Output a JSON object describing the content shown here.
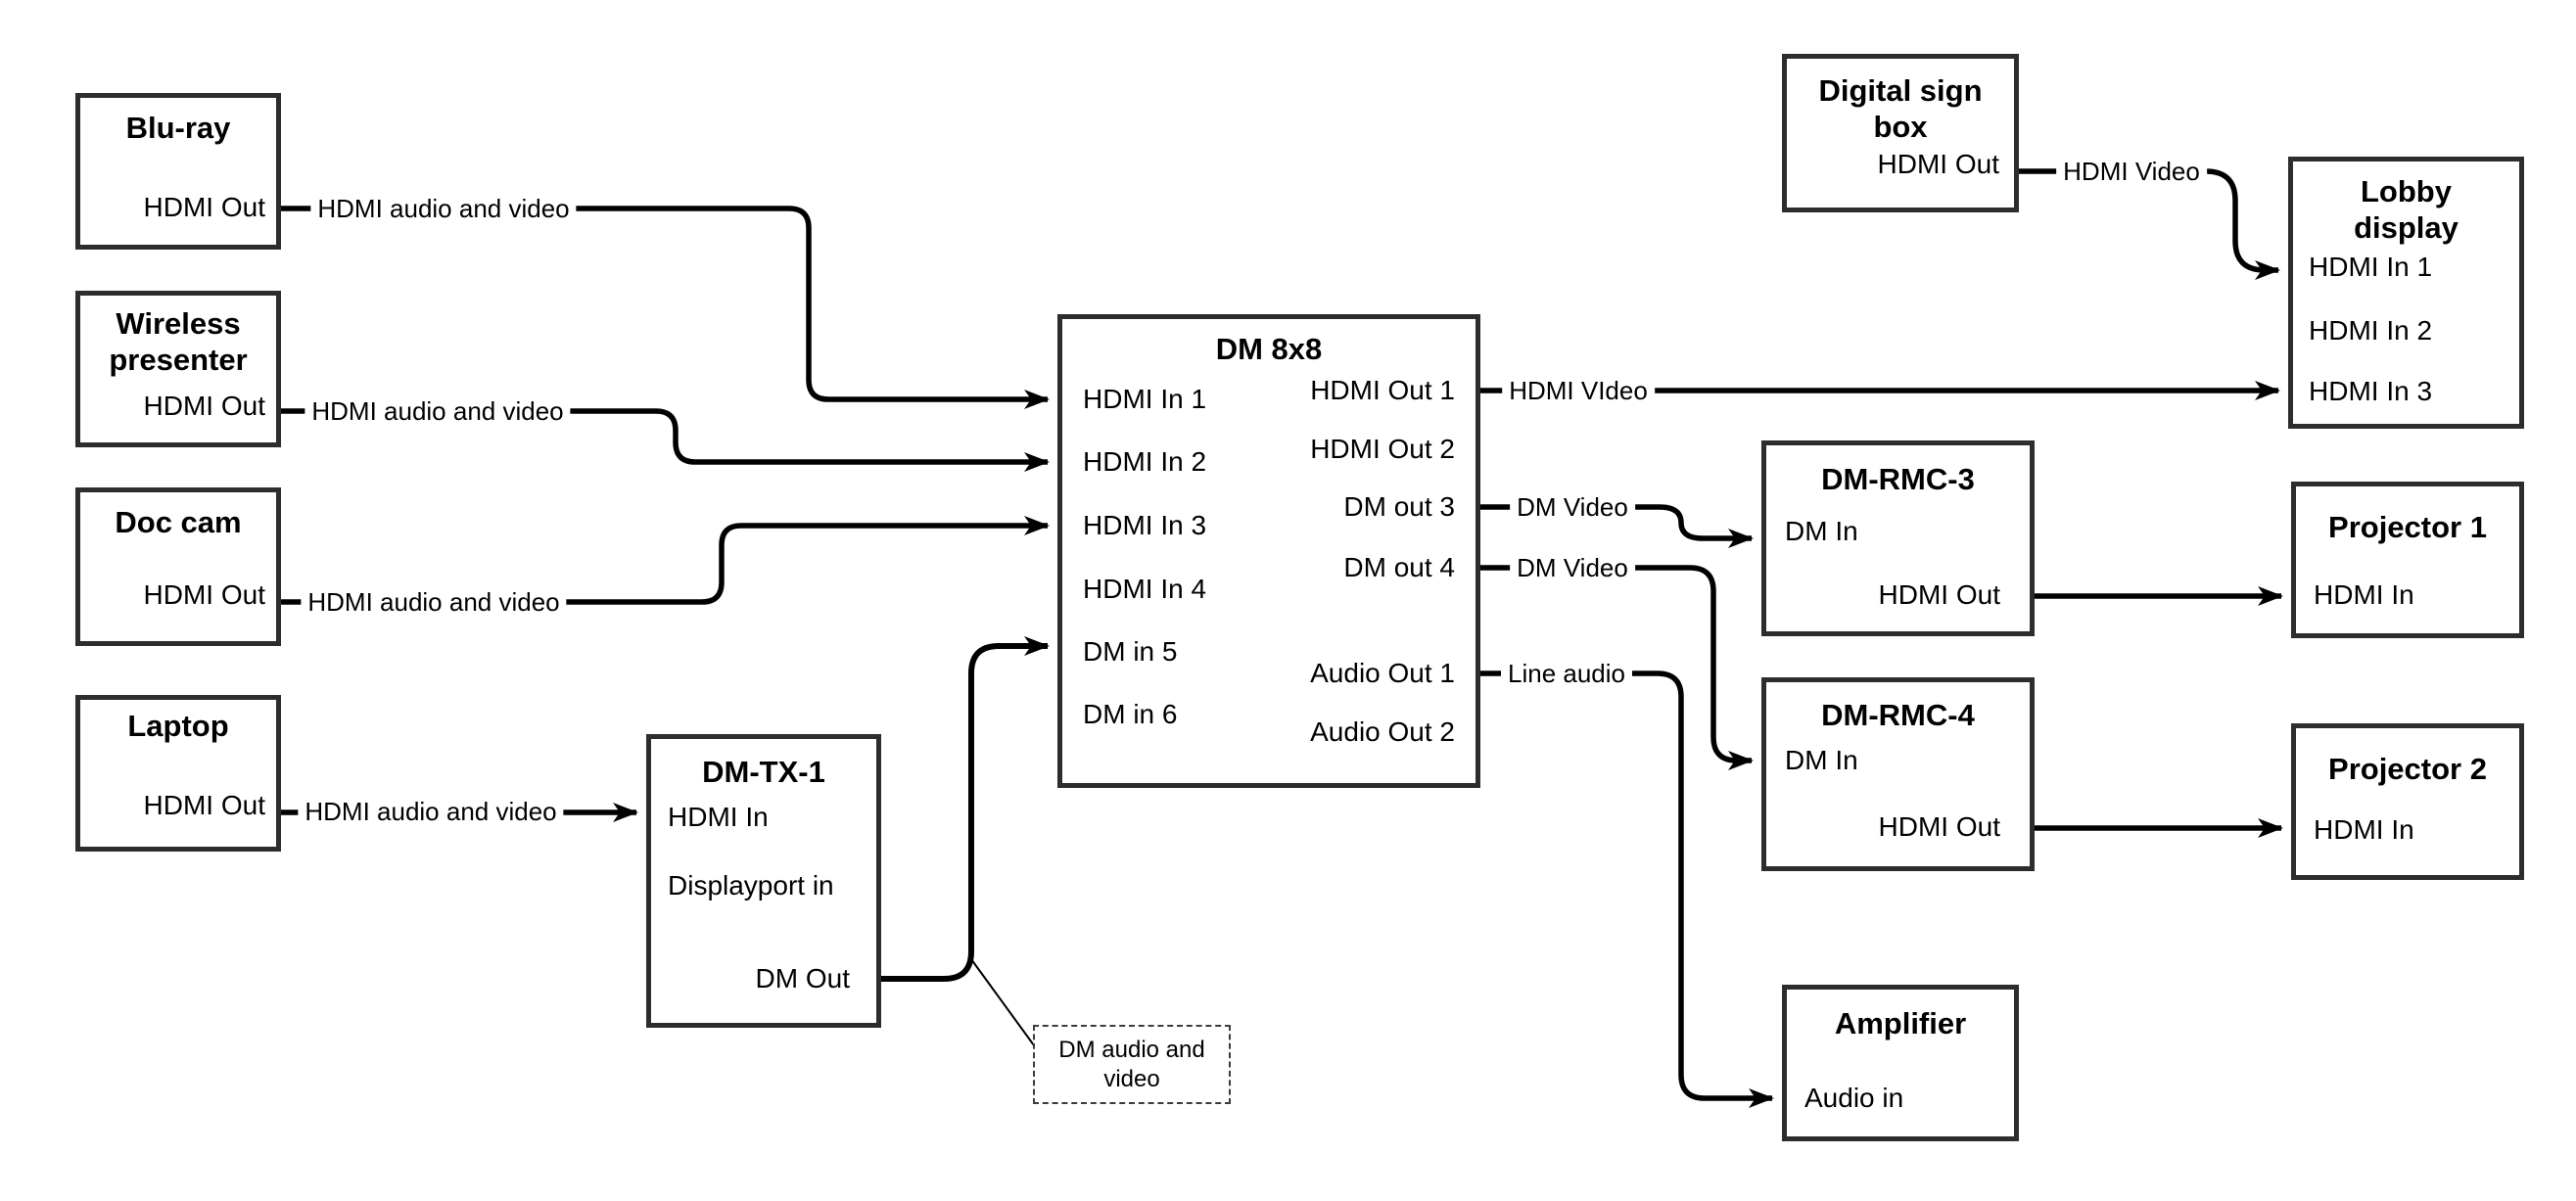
{
  "nodes": {
    "bluray": {
      "title": "Blu-ray",
      "port_out": "HDMI Out"
    },
    "wireless": {
      "title": "Wireless presenter",
      "port_out": "HDMI Out"
    },
    "doccam": {
      "title": "Doc cam",
      "port_out": "HDMI Out"
    },
    "laptop": {
      "title": "Laptop",
      "port_out": "HDMI Out"
    },
    "dmtx1": {
      "title": "DM-TX-1",
      "ports": {
        "hdmi_in": "HDMI In",
        "dp_in": "Displayport in",
        "dm_out": "DM Out"
      }
    },
    "dm8x8": {
      "title": "DM 8x8",
      "inputs": [
        "HDMI In 1",
        "HDMI In 2",
        "HDMI In 3",
        "HDMI In 4",
        "DM in 5",
        "DM in 6"
      ],
      "outputs": [
        "HDMI Out 1",
        "HDMI Out 2",
        "DM out 3",
        "DM out 4",
        "Audio Out 1",
        "Audio Out 2"
      ]
    },
    "signbox": {
      "title": "Digital sign box",
      "port_out": "HDMI Out"
    },
    "lobby": {
      "title": "Lobby display",
      "inputs": [
        "HDMI In 1",
        "HDMI In 2",
        "HDMI In 3"
      ]
    },
    "rmc3": {
      "title": "DM-RMC-3",
      "ports": {
        "dm_in": "DM In",
        "hdmi_out": "HDMI Out"
      }
    },
    "rmc4": {
      "title": "DM-RMC-4",
      "ports": {
        "dm_in": "DM In",
        "hdmi_out": "HDMI Out"
      }
    },
    "proj1": {
      "title": "Projector 1",
      "port_in": "HDMI In"
    },
    "proj2": {
      "title": "Projector 2",
      "port_in": "HDMI In"
    },
    "amp": {
      "title": "Amplifier",
      "port_in": "Audio in"
    }
  },
  "edge_labels": {
    "bluray_to_in1": "HDMI audio and video",
    "wireless_to_in2": "HDMI audio and video",
    "doccam_to_in3": "HDMI audio and video",
    "laptop_to_tx": "HDMI audio and video",
    "out1_to_lobby": "HDMI VIdeo",
    "sign_to_lobby": "HDMI Video",
    "out3_to_rmc3": "DM Video",
    "out4_to_rmc4": "DM Video",
    "audio1_to_amp": "Line audio",
    "tx_to_dm5_note": "DM audio and video"
  },
  "colors": {
    "line": "#000000",
    "box_border": "#2d2d2d",
    "background": "#ffffff",
    "text": "#000000"
  }
}
